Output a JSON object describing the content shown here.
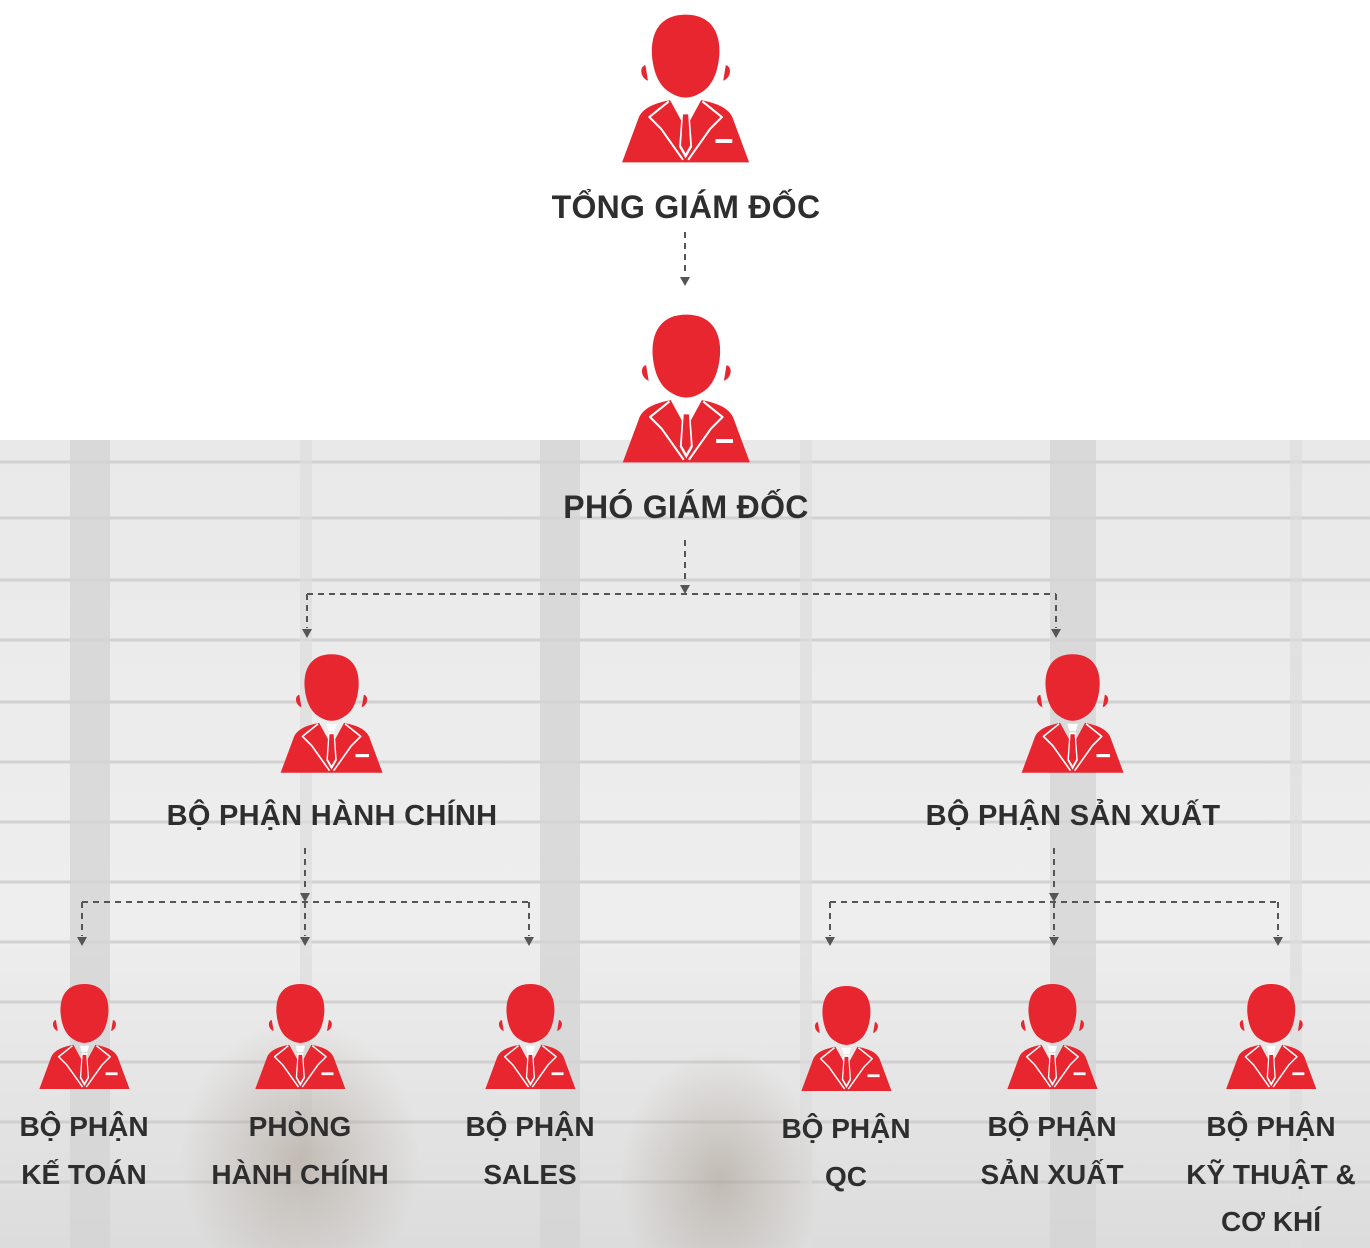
{
  "org_chart": {
    "ceo": {
      "label": "TỔNG GIÁM ĐỐC"
    },
    "vice_director": {
      "label": "PHÓ GIÁM ĐỐC"
    },
    "admin_division": {
      "label": "BỘ PHẬN HÀNH CHÍNH"
    },
    "production_division": {
      "label": "BỘ PHẬN SẢN XUẤT"
    },
    "admin_units": [
      {
        "line1": "BỘ PHẬN",
        "line2": "KẾ TOÁN"
      },
      {
        "line1": "PHÒNG",
        "line2": "HÀNH CHÍNH"
      },
      {
        "line1": "BỘ PHẬN",
        "line2": "SALES"
      }
    ],
    "production_units": [
      {
        "line1": "BỘ PHẬN",
        "line2": "QC"
      },
      {
        "line1": "BỘ PHẬN",
        "line2": "SẢN XUẤT"
      },
      {
        "line1": "BỘ PHẬN",
        "line2": "KỸ THUẬT &",
        "line3": "CƠ KHÍ"
      }
    ]
  },
  "colors": {
    "icon_red": "#e8262f",
    "label_text": "#2e2e2e",
    "connector": "#555555"
  },
  "icons": {
    "person": "businessman-icon",
    "arrow": "arrow-down-icon"
  }
}
